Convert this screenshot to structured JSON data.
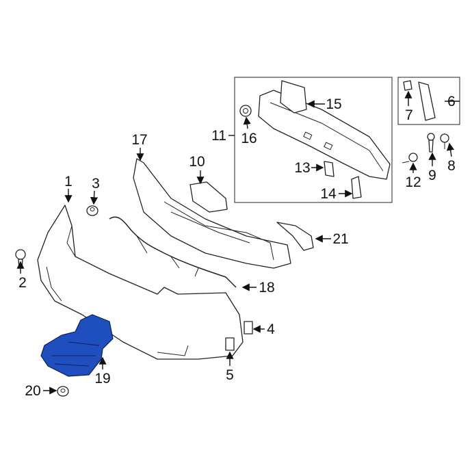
{
  "diagram": {
    "highlight_color": "#1f4fbf",
    "callouts": {
      "c1": "1",
      "c2": "2",
      "c3": "3",
      "c4": "4",
      "c5": "5",
      "c6": "6",
      "c7": "7",
      "c8": "8",
      "c9": "9",
      "c10": "10",
      "c11": "11",
      "c12": "12",
      "c13": "13",
      "c14": "14",
      "c15": "15",
      "c16": "16",
      "c17": "17",
      "c18": "18",
      "c19": "19",
      "c20": "20",
      "c21": "21"
    }
  }
}
